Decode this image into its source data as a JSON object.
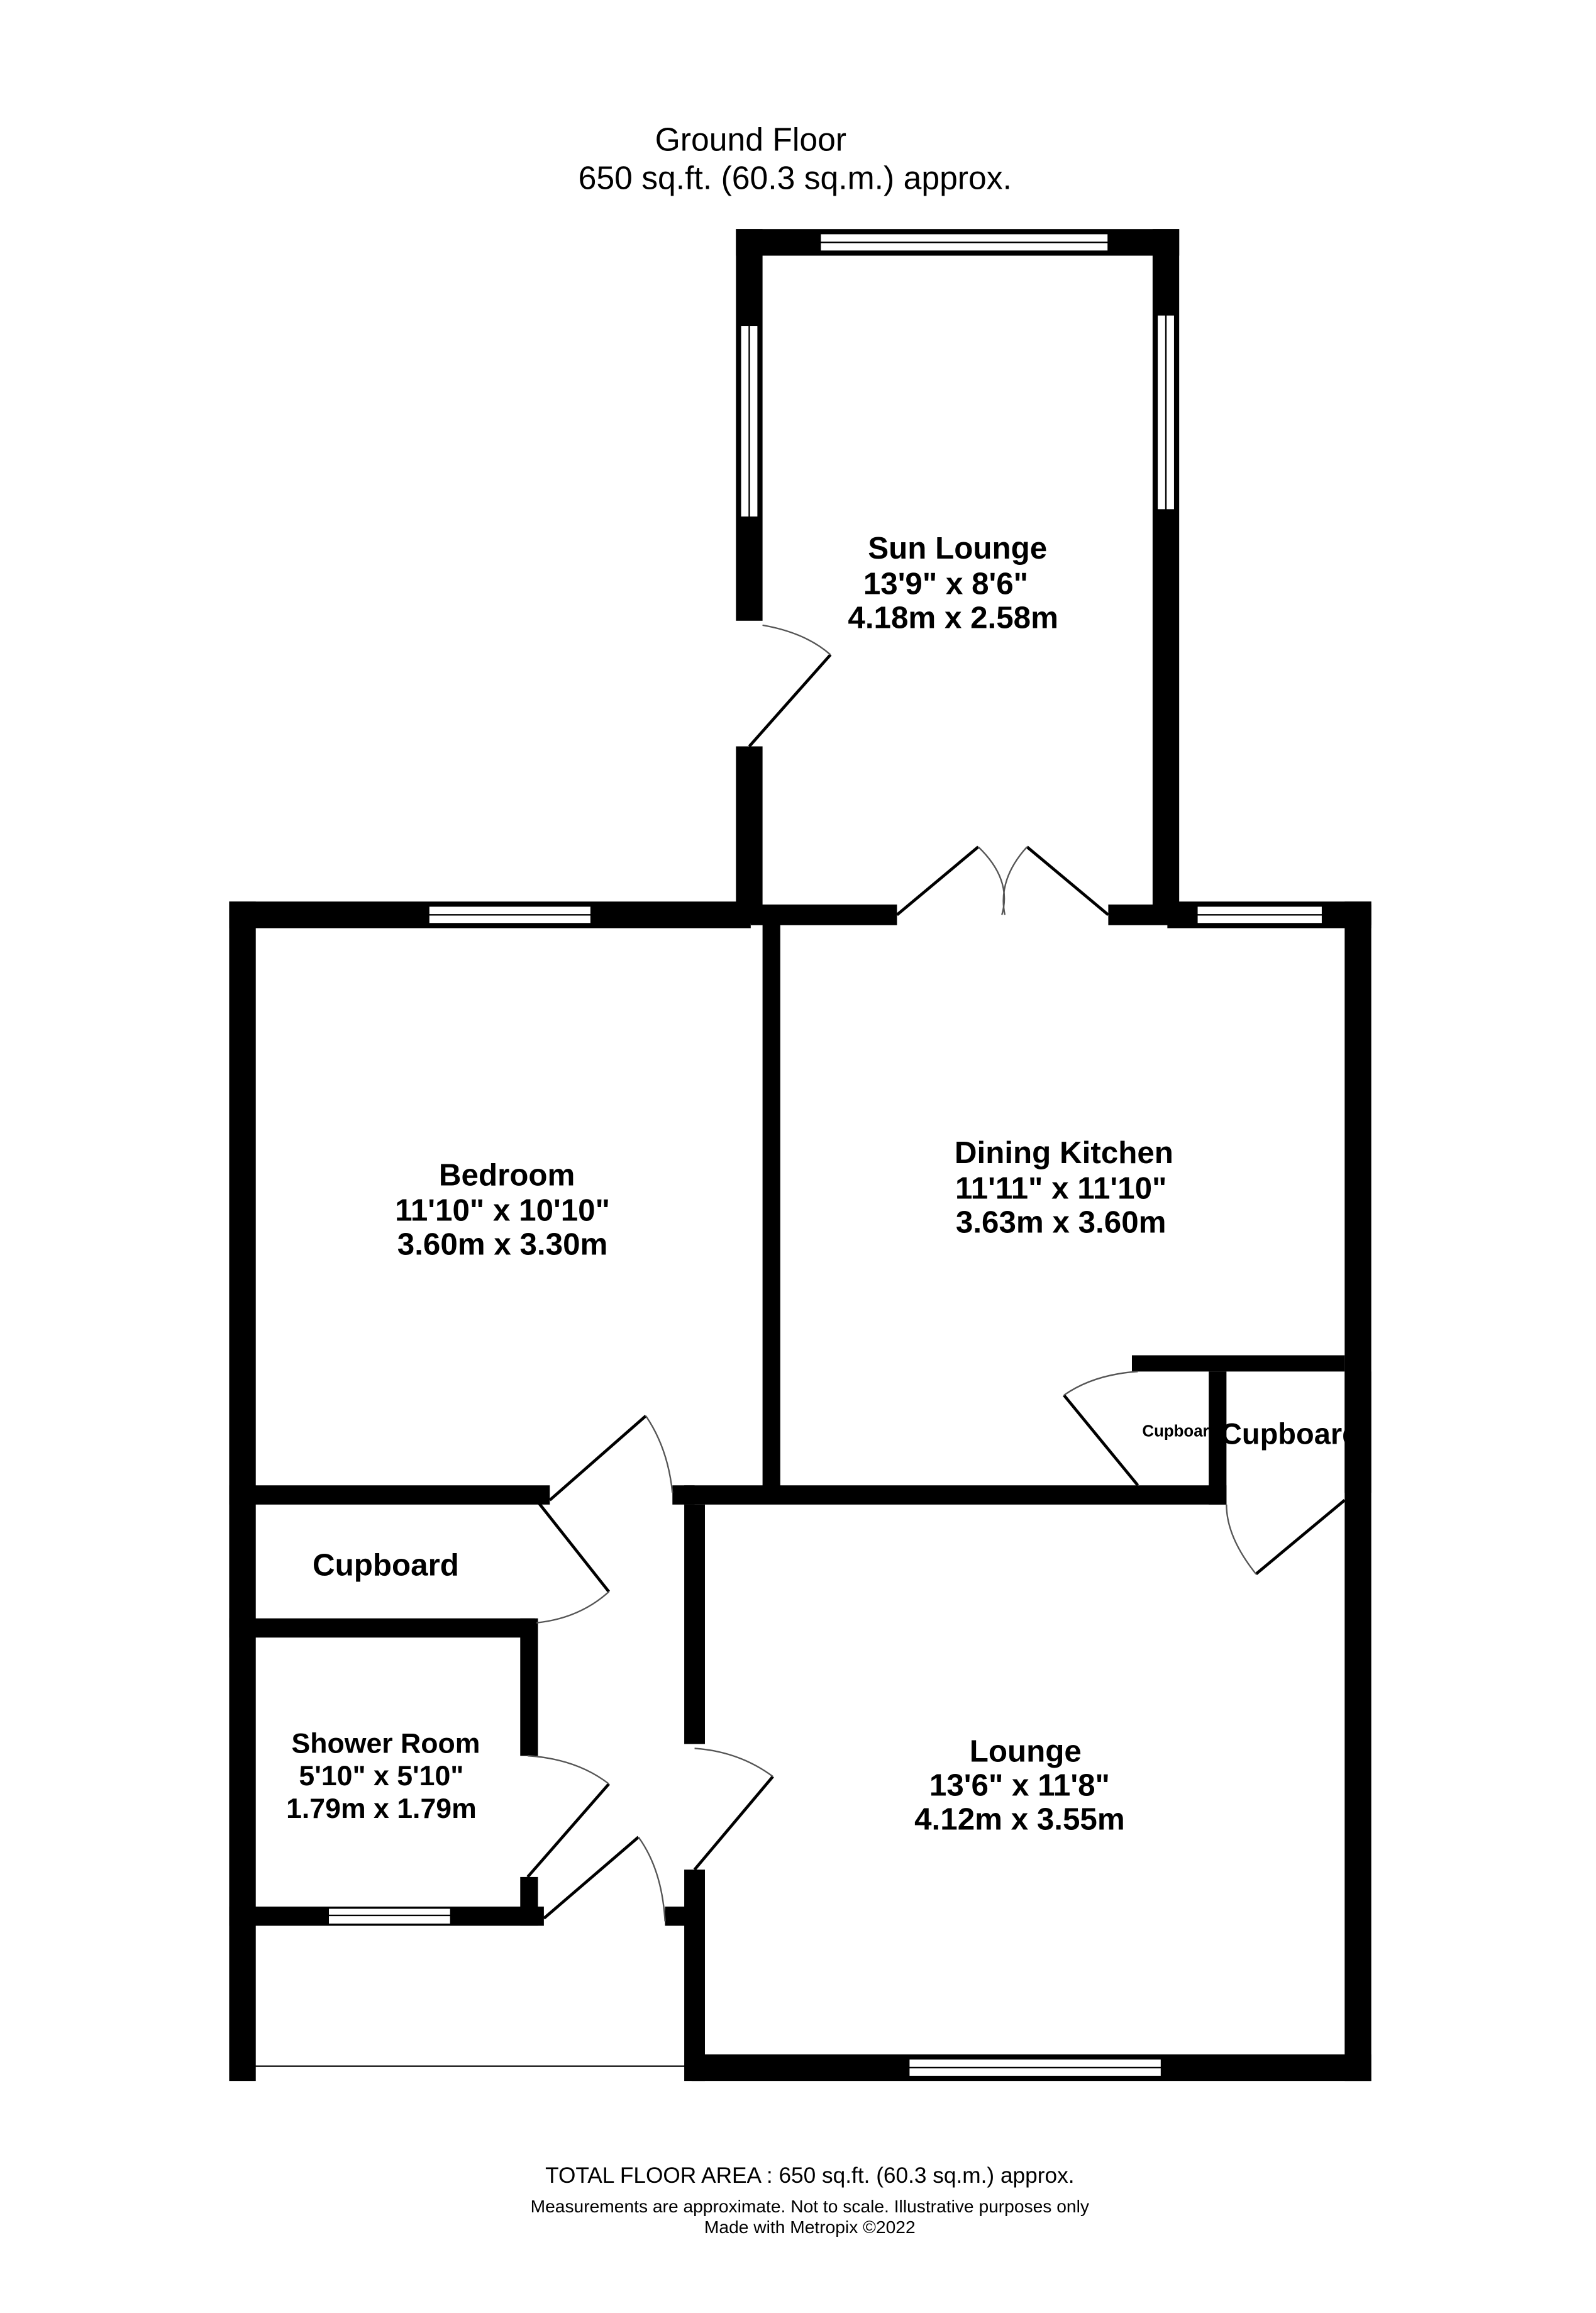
{
  "header": {
    "floor_name": "Ground Floor",
    "floor_area": "650 sq.ft. (60.3 sq.m.) approx."
  },
  "rooms": [
    {
      "name": "Sun Lounge",
      "imperial": "13'9\"  x 8'6\"",
      "metric": "4.18m  x 2.58m"
    },
    {
      "name": "Bedroom",
      "imperial": "11'10\"  x 10'10\"",
      "metric": "3.60m  x 3.30m"
    },
    {
      "name": "Dining Kitchen",
      "imperial": "11'11\"  x 11'10\"",
      "metric": "3.63m  x 3.60m"
    },
    {
      "name": "Lounge",
      "imperial": "13'6\"  x 11'8\"",
      "metric": "4.12m  x 3.55m"
    },
    {
      "name": "Shower Room",
      "imperial": "5'10\"  x 5'10\"",
      "metric": "1.79m  x 1.79m"
    }
  ],
  "cupboards": [
    "Cupboard",
    "Cupboard",
    "Cupboard"
  ],
  "footer": {
    "total": "TOTAL FLOOR AREA : 650 sq.ft. (60.3 sq.m.) approx.",
    "disclaimer": "Measurements are approximate.  Not to scale.  Illustrative purposes only",
    "credit": "Made with Metropix ©2022"
  },
  "colors": {
    "walls": "#000000",
    "background": "#ffffff"
  }
}
